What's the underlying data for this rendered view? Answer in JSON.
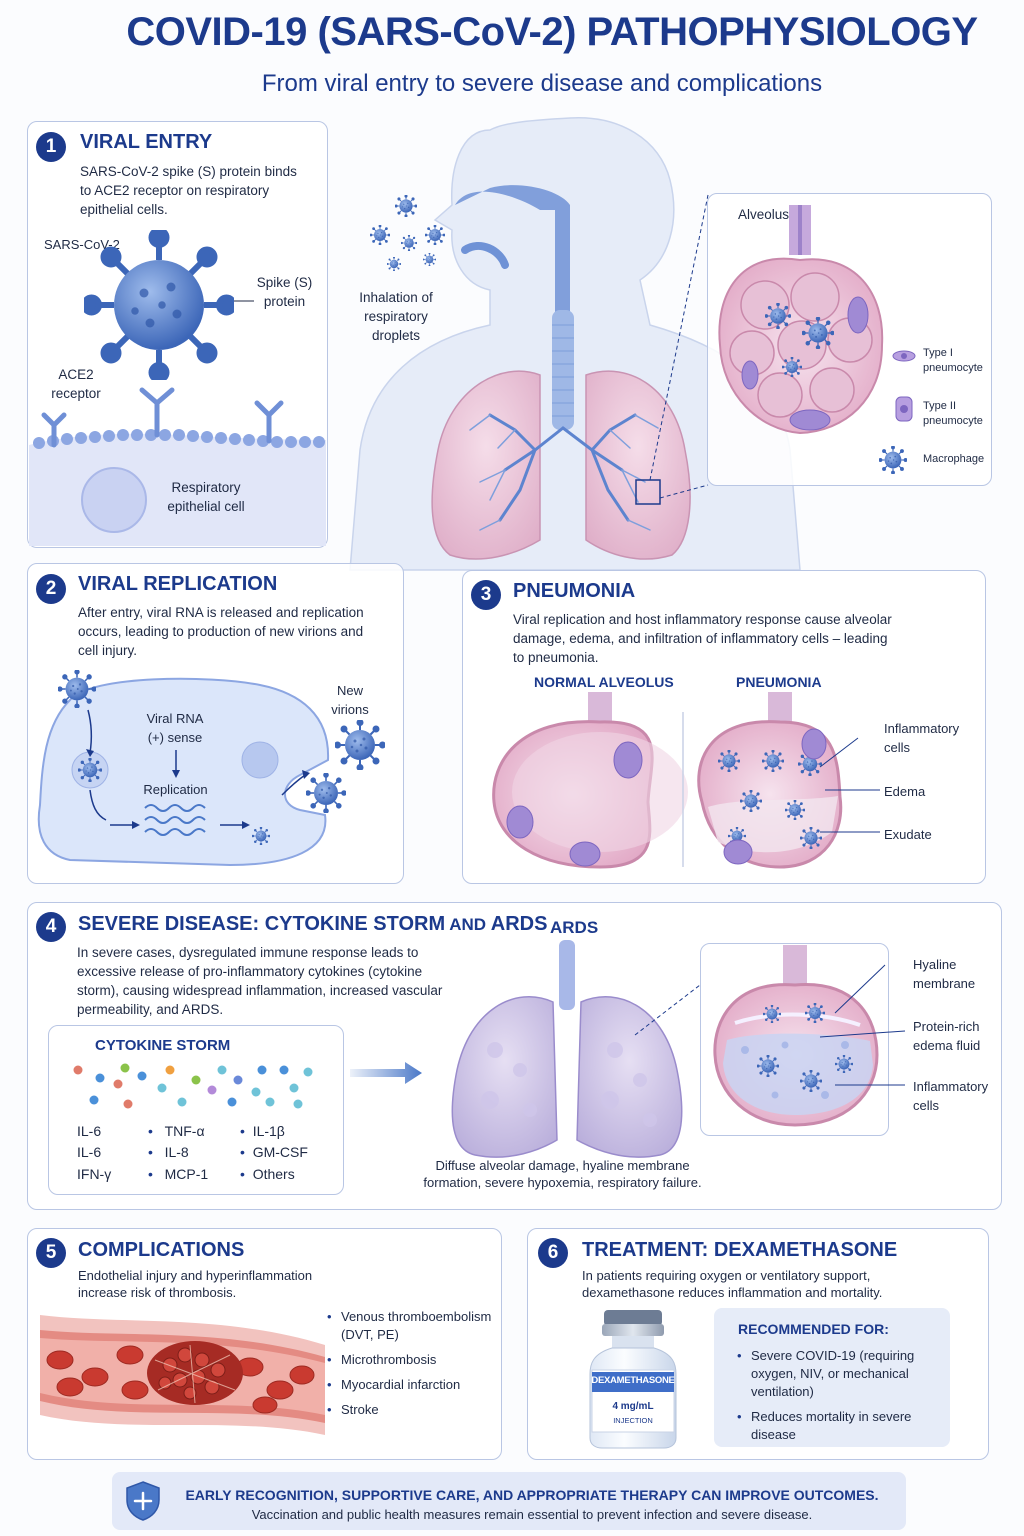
{
  "header": {
    "title": "COVID-19 (SARS-CoV-2) PATHOPHYSIOLOGY",
    "subtitle": "From viral entry to severe disease and complications"
  },
  "colors": {
    "primary": "#1c3a8c",
    "virus": "#4a78c8",
    "tissue": "#e8b4cc",
    "lung": "#d9b8d8",
    "blood": "#c0392b"
  },
  "panel1": {
    "number": "1",
    "title": "VIRAL ENTRY",
    "text": "SARS-CoV-2 spike (S) protein binds to ACE2 receptor on respiratory epithelial cells.",
    "labels": {
      "virus": "SARS-CoV-2",
      "spike": "Spike (S) protein",
      "ace2": "ACE2 receptor",
      "cell": "Respiratory epithelial cell"
    }
  },
  "center": {
    "inhalation": "Inhalation of respiratory droplets",
    "alveolus_title": "Alveolus",
    "legend": [
      "Type I pneumocyte",
      "Type II pneumocyte",
      "Macrophage"
    ]
  },
  "panel2": {
    "number": "2",
    "title": "VIRAL REPLICATION",
    "text": "After entry, viral RNA is released and replication occurs, leading to production of new virions and cell injury.",
    "labels": {
      "rna": "Viral RNA (+) sense",
      "replication": "Replication",
      "virions": "New virions"
    }
  },
  "panel3": {
    "number": "3",
    "title": "PNEUMONIA",
    "text": "Viral replication and host inflammatory response cause alveolar damage, edema, and infiltration of inflammatory cells – leading to pneumonia.",
    "normal": "NORMAL ALVEOLUS",
    "pneumonia": "PNEUMONIA",
    "labels": [
      "Inflammatory cells",
      "Edema",
      "Exudate"
    ]
  },
  "panel4": {
    "number": "4",
    "title_main": "SEVERE DISEASE: CYTOKINE STORM",
    "title_and": " AND ",
    "title_end": "ARDS",
    "text": "In severe cases, dysregulated immune response leads to excessive release of pro-inflammatory cytokines (cytokine storm), causing widespread inflammation, increased vascular permeability, and ARDS.",
    "storm_title": "CYTOKINE STORM",
    "cytokines": [
      "IL-6",
      "TNF-α",
      "IL-1β",
      "IL-6",
      "IL-8",
      "GM-CSF",
      "IFN-γ",
      "MCP-1",
      "Others"
    ],
    "ards_title": "ARDS",
    "ards_caption": "Diffuse alveolar damage, hyaline membrane formation, severe hypoxemia, respiratory failure.",
    "labels": [
      "Hyaline membrane",
      "Protein-rich edema fluid",
      "Inflammatory cells"
    ]
  },
  "panel5": {
    "number": "5",
    "title": "COMPLICATIONS",
    "text": "Endothelial injury and hyperinflammation increase risk of thrombosis.",
    "items": [
      "Venous thromboembolism (DVT, PE)",
      "Microthrombosis",
      "Myocardial infarction",
      "Stroke"
    ]
  },
  "panel6": {
    "number": "6",
    "title": "TREATMENT: DEXAMETHASONE",
    "text": "In patients requiring oxygen or ventilatory support, dexamethasone reduces inflammation and mortality.",
    "vial_name": "DEXAMETHASONE",
    "vial_dose": "4 mg/mL",
    "vial_type": "INJECTION",
    "rec_title": "RECOMMENDED FOR:",
    "rec_items": [
      "Severe COVID-19 (requiring oxygen, NIV, or mechanical ventilation)",
      "Reduces mortality in severe disease"
    ]
  },
  "footer": {
    "main": "EARLY RECOGNITION, SUPPORTIVE CARE, AND APPROPRIATE THERAPY CAN IMPROVE OUTCOMES.",
    "sub": "Vaccination and public health measures remain essential to prevent infection and severe disease."
  }
}
